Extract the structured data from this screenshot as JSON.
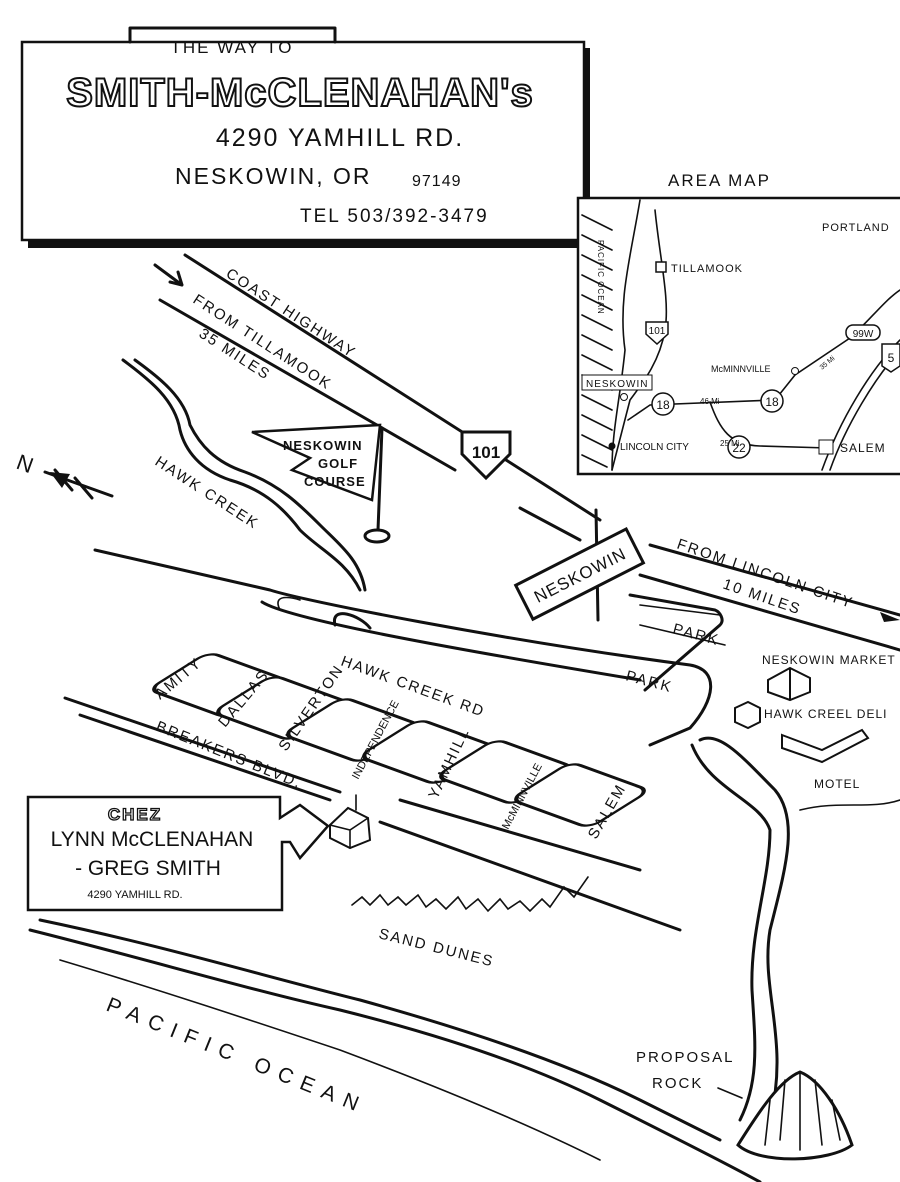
{
  "title_box": {
    "kicker": "THE WAY TO",
    "name": "SMITH-McCLENAHAN's",
    "address": "4290 YAMHILL RD.",
    "city": "NESKOWIN, OR",
    "zip": "97149",
    "phone": "TEL 503/392-3479"
  },
  "area_map": {
    "title": "AREA MAP",
    "ocean": "PACIFIC OCEAN",
    "places": [
      "PORTLAND",
      "TILLAMOOK",
      "McMINNVILLE",
      "NESKOWIN",
      "LINCOLN CITY",
      "SALEM"
    ],
    "routes": [
      "101",
      "18",
      "18",
      "22",
      "99W",
      "5"
    ],
    "distances": [
      "46 Mi",
      "25 Mi",
      "35 Mi"
    ]
  },
  "highway": {
    "name": "COAST HIGHWAY",
    "from_north": "FROM TILLAMOOK",
    "from_north_distance": "35 MILES",
    "route": "101",
    "from_south": "FROM LINCOLN CITY",
    "from_south_distance": "10 MILES"
  },
  "north_label": "N",
  "golf_course": [
    "NESKOWIN",
    "GOLF",
    "COURSE"
  ],
  "creek_label": "HAWK CREEK",
  "town_sign": "NESKOWIN",
  "streets": {
    "main_road": "HAWK CREEK RD",
    "beach_road": "BREAKERS BLVD.",
    "cross_streets": [
      "AMITY",
      "DALLAS",
      "SILVERTON",
      "INDEPENDENCE",
      "YAMHILL",
      "McMINNVILLE",
      "SALEM"
    ]
  },
  "parks": [
    "PARK",
    "PARK"
  ],
  "businesses": [
    "NESKOWIN MARKET PL",
    "HAWK CREEL DELI",
    "MOTEL"
  ],
  "home_callout": {
    "heading": "CHEZ",
    "line1": "LYNN McCLENAHAN",
    "line2": "- GREG SMITH",
    "address": "4290 YAMHILL RD."
  },
  "dunes": "SAND DUNES",
  "ocean": "PACIFIC OCEAN",
  "landmark": [
    "PROPOSAL",
    "ROCK"
  ]
}
